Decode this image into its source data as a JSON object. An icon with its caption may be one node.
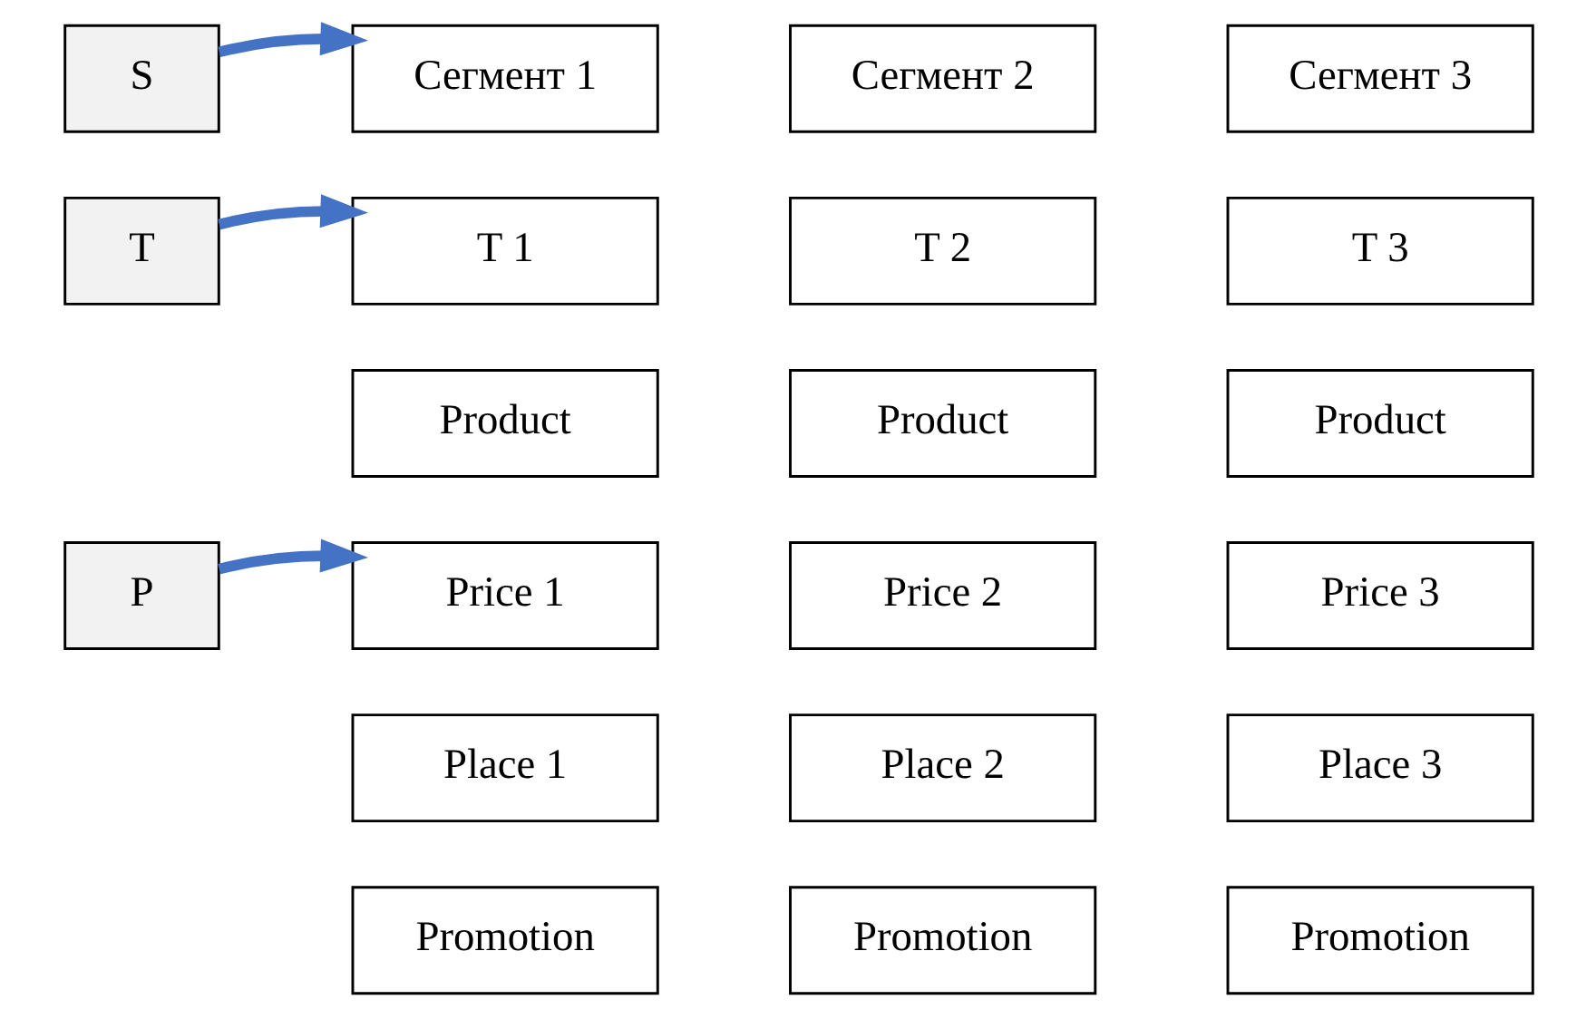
{
  "diagram": {
    "nodes": [
      {
        "text": [
          "S"
        ]
      },
      {
        "text": [
          "Сегмент 1"
        ]
      },
      {
        "text": [
          "Сегмент 2"
        ]
      },
      {
        "text": [
          "Сегмент 3"
        ]
      },
      {
        "text": [
          "T"
        ]
      },
      {
        "text": [
          "T 1"
        ]
      },
      {
        "text": [
          "T 2"
        ]
      },
      {
        "text": [
          "T 3"
        ]
      },
      {
        "text": [
          "Product"
        ]
      },
      {
        "text": [
          "Product"
        ]
      },
      {
        "text": [
          "Product"
        ]
      },
      {
        "text": [
          "P"
        ]
      },
      {
        "text": [
          "Price 1"
        ]
      },
      {
        "text": [
          "Price 2"
        ]
      },
      {
        "text": [
          "Price 3"
        ]
      },
      {
        "text": [
          "Place 1"
        ]
      },
      {
        "text": [
          "Place 2"
        ]
      },
      {
        "text": [
          "Place 3"
        ]
      },
      {
        "text": [
          "Promotion"
        ]
      },
      {
        "text": [
          "Promotion"
        ]
      },
      {
        "text": [
          "Promotion"
        ]
      }
    ],
    "edges": [
      {
        "from": 0,
        "to": 1,
        "arrow": "to"
      },
      {
        "from": 4,
        "to": 5,
        "arrow": "to"
      },
      {
        "from": 11,
        "to": 12,
        "arrow": "to"
      }
    ]
  }
}
